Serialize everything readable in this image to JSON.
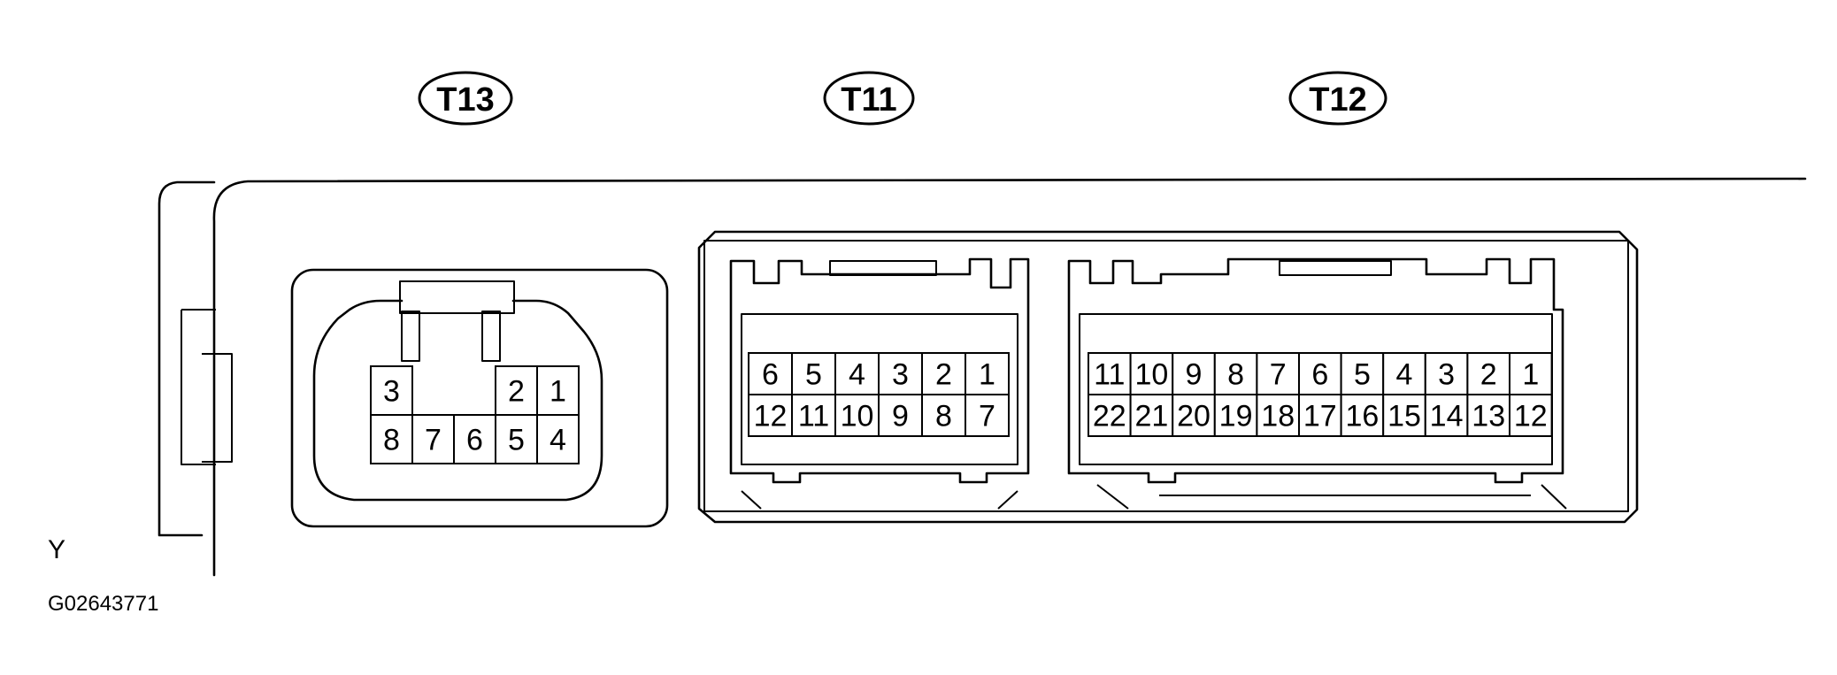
{
  "connectors": [
    {
      "id": "T13",
      "label": "T13",
      "pins": [
        {
          "n": "3",
          "row": 0,
          "col": 0
        },
        {
          "n": "2",
          "row": 0,
          "col": 3
        },
        {
          "n": "1",
          "row": 0,
          "col": 4
        },
        {
          "n": "8",
          "row": 1,
          "col": 0
        },
        {
          "n": "7",
          "row": 1,
          "col": 1
        },
        {
          "n": "6",
          "row": 1,
          "col": 2
        },
        {
          "n": "5",
          "row": 1,
          "col": 3
        },
        {
          "n": "4",
          "row": 1,
          "col": 4
        }
      ]
    },
    {
      "id": "T11",
      "label": "T11",
      "pins": [
        {
          "n": "6",
          "row": 0,
          "col": 0
        },
        {
          "n": "5",
          "row": 0,
          "col": 1
        },
        {
          "n": "4",
          "row": 0,
          "col": 2
        },
        {
          "n": "3",
          "row": 0,
          "col": 3
        },
        {
          "n": "2",
          "row": 0,
          "col": 4
        },
        {
          "n": "1",
          "row": 0,
          "col": 5
        },
        {
          "n": "12",
          "row": 1,
          "col": 0
        },
        {
          "n": "11",
          "row": 1,
          "col": 1
        },
        {
          "n": "10",
          "row": 1,
          "col": 2
        },
        {
          "n": "9",
          "row": 1,
          "col": 3
        },
        {
          "n": "8",
          "row": 1,
          "col": 4
        },
        {
          "n": "7",
          "row": 1,
          "col": 5
        }
      ]
    },
    {
      "id": "T12",
      "label": "T12",
      "pins": [
        {
          "n": "11",
          "row": 0,
          "col": 0
        },
        {
          "n": "10",
          "row": 0,
          "col": 1
        },
        {
          "n": "9",
          "row": 0,
          "col": 2
        },
        {
          "n": "8",
          "row": 0,
          "col": 3
        },
        {
          "n": "7",
          "row": 0,
          "col": 4
        },
        {
          "n": "6",
          "row": 0,
          "col": 5
        },
        {
          "n": "5",
          "row": 0,
          "col": 6
        },
        {
          "n": "4",
          "row": 0,
          "col": 7
        },
        {
          "n": "3",
          "row": 0,
          "col": 8
        },
        {
          "n": "2",
          "row": 0,
          "col": 9
        },
        {
          "n": "1",
          "row": 0,
          "col": 10
        },
        {
          "n": "22",
          "row": 1,
          "col": 0
        },
        {
          "n": "21",
          "row": 1,
          "col": 1
        },
        {
          "n": "20",
          "row": 1,
          "col": 2
        },
        {
          "n": "19",
          "row": 1,
          "col": 3
        },
        {
          "n": "18",
          "row": 1,
          "col": 4
        },
        {
          "n": "17",
          "row": 1,
          "col": 5
        },
        {
          "n": "16",
          "row": 1,
          "col": 6
        },
        {
          "n": "15",
          "row": 1,
          "col": 7
        },
        {
          "n": "14",
          "row": 1,
          "col": 8
        },
        {
          "n": "13",
          "row": 1,
          "col": 9
        },
        {
          "n": "12",
          "row": 1,
          "col": 10
        }
      ]
    }
  ],
  "corner_letter": "Y",
  "figure_code": "G02643771"
}
